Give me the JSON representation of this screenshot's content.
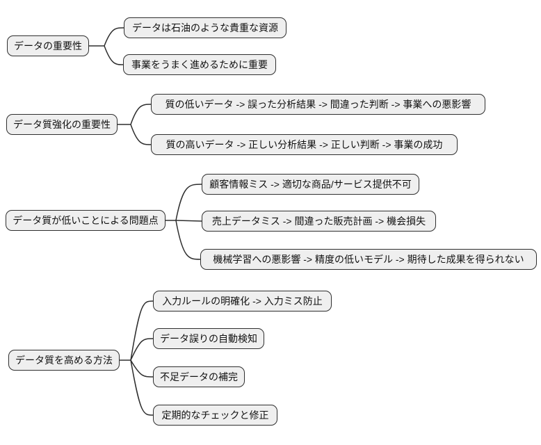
{
  "diagram": {
    "type": "mindmap",
    "background_color": "#ffffff",
    "node_fill_color": "#efefef",
    "node_border_color": "#2e2e2e",
    "connector_color": "#2e2e2e",
    "groups": [
      {
        "root": {
          "label": "データの重要性"
        },
        "children": [
          {
            "label": "データは石油のような貴重な資源"
          },
          {
            "label": "事業をうまく進めるために重要"
          }
        ]
      },
      {
        "root": {
          "label": "データ質強化の重要性"
        },
        "children": [
          {
            "label": "質の低いデータ -> 誤った分析結果 -> 間違った判断 -> 事業への悪影響"
          },
          {
            "label": "質の高いデータ -> 正しい分析結果 -> 正しい判断 -> 事業の成功"
          }
        ]
      },
      {
        "root": {
          "label": "データ質が低いことによる問題点"
        },
        "children": [
          {
            "label": "顧客情報ミス -> 適切な商品/サービス提供不可"
          },
          {
            "label": "売上データミス -> 間違った販売計画 -> 機会損失"
          },
          {
            "label": "機械学習への悪影響 -> 精度の低いモデル -> 期待した成果を得られない"
          }
        ]
      },
      {
        "root": {
          "label": "データ質を高める方法"
        },
        "children": [
          {
            "label": "入力ルールの明確化 -> 入力ミス防止"
          },
          {
            "label": "データ誤りの自動検知"
          },
          {
            "label": "不足データの補完"
          },
          {
            "label": "定期的なチェックと修正"
          }
        ]
      }
    ]
  }
}
